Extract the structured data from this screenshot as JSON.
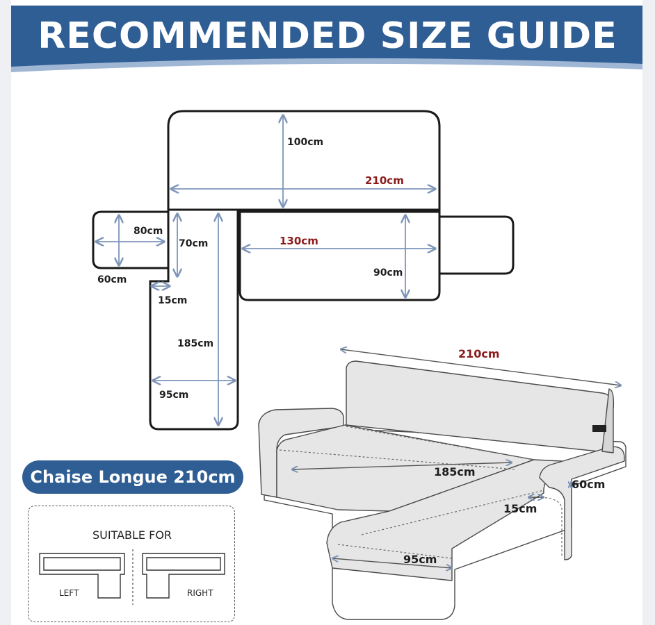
{
  "header": {
    "title": "RECOMMENDED SIZE GUIDE"
  },
  "flat_layout": {
    "back_depth": "100cm",
    "back_width": "210cm",
    "arm_length": "80cm",
    "arm_width": "60cm",
    "chaise_top": "70cm",
    "seat_width": "130cm",
    "seat_depth": "90cm",
    "tuck_gap": "15cm",
    "chaise_length": "185cm",
    "chaise_width": "95cm"
  },
  "sofa_3d": {
    "width": "210cm",
    "chaise_length": "185cm",
    "arm_width": "60cm",
    "gap": "15cm",
    "chaise_width": "95cm"
  },
  "badge": {
    "label": "Chaise Longue 210cm"
  },
  "suitable": {
    "title": "SUITABLE FOR",
    "left": "LEFT",
    "right": "RIGHT"
  },
  "colors": {
    "brand_blue": "#2f5e94",
    "measure_blue": "#7e95b8",
    "outline": "#1a1a1a",
    "red_label": "#8b1c1c",
    "fabric": "#e6e6e6"
  }
}
